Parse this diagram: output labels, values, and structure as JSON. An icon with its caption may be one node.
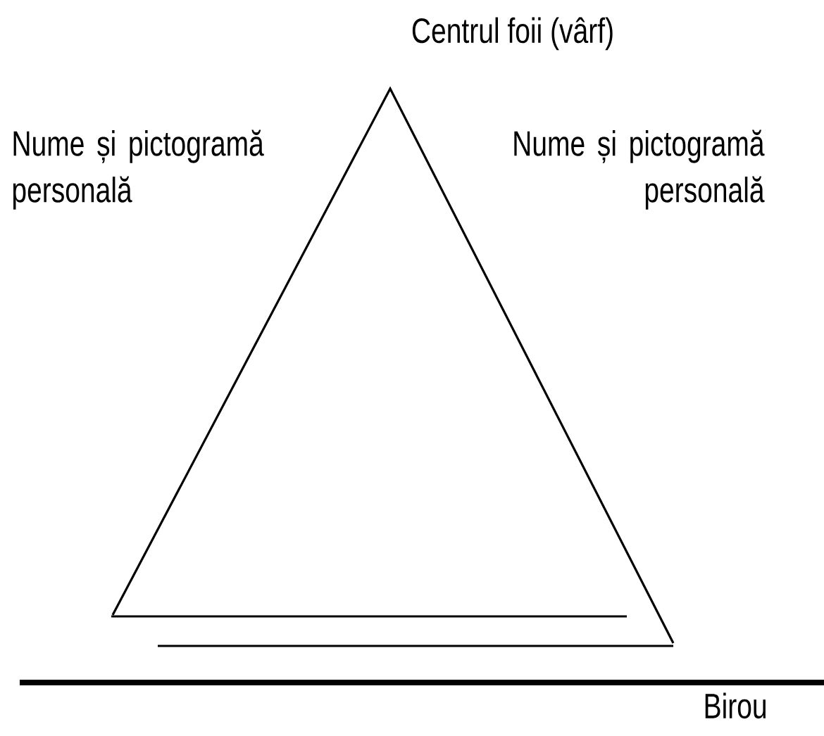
{
  "diagram": {
    "labels": [
      "Centrul foii (vârf)",
      "Nume și pictogramă personală",
      "Nume și pictogramă personală",
      "Birou"
    ]
  }
}
